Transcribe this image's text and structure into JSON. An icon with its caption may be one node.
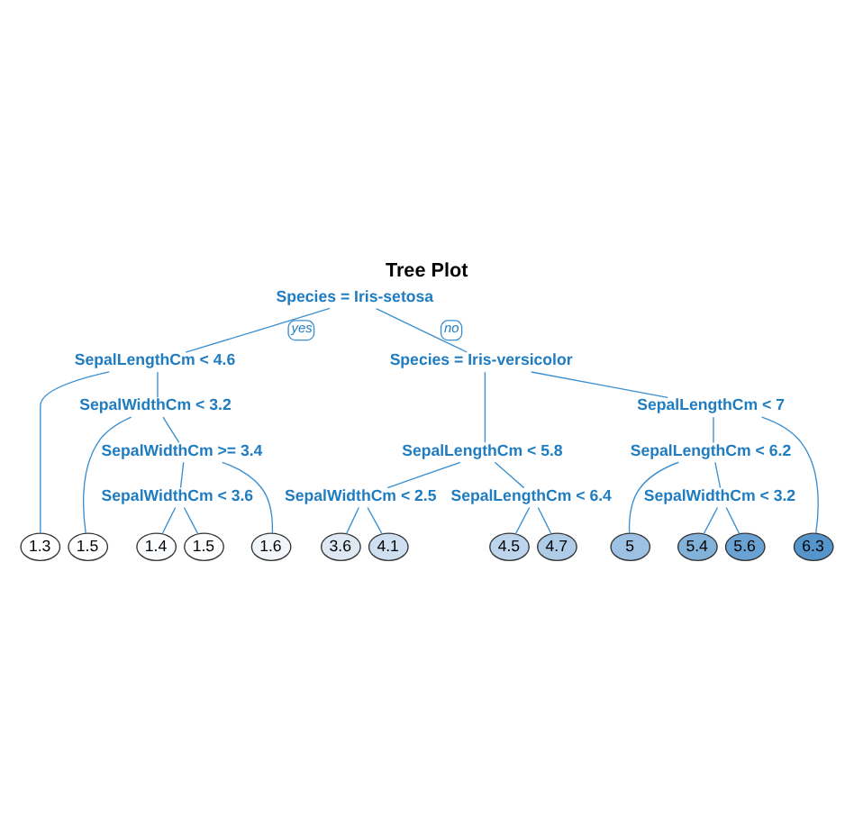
{
  "diagram": {
    "title": "Tree Plot",
    "nodes": [
      {
        "text": [
          "Species = Iris-setosa"
        ]
      },
      {
        "text": [
          "SepalLengthCm < 4.6"
        ]
      },
      {
        "text": [
          "Species = Iris-versicolor"
        ]
      },
      {
        "text": [
          "SepalWidthCm < 3.2"
        ]
      },
      {
        "text": [
          "SepalLengthCm < 5.8"
        ]
      },
      {
        "text": [
          "SepalLengthCm < 7"
        ]
      },
      {
        "text": [
          "SepalWidthCm >= 3.4"
        ]
      },
      {
        "text": [
          "SepalWidthCm < 2.5"
        ]
      },
      {
        "text": [
          "SepalLengthCm < 6.4"
        ]
      },
      {
        "text": [
          "SepalLengthCm < 6.2"
        ]
      },
      {
        "text": [
          "SepalWidthCm < 3.6"
        ]
      },
      {
        "text": [
          "SepalWidthCm < 3.2"
        ]
      },
      {
        "text": [
          "1.3"
        ]
      },
      {
        "text": [
          "1.5"
        ]
      },
      {
        "text": [
          "1.4"
        ]
      },
      {
        "text": [
          "1.5"
        ]
      },
      {
        "text": [
          "1.6"
        ]
      },
      {
        "text": [
          "3.6"
        ]
      },
      {
        "text": [
          "4.1"
        ]
      },
      {
        "text": [
          "4.5"
        ]
      },
      {
        "text": [
          "4.7"
        ]
      },
      {
        "text": [
          "5"
        ]
      },
      {
        "text": [
          "5.4"
        ]
      },
      {
        "text": [
          "5.6"
        ]
      },
      {
        "text": [
          "6.3"
        ]
      }
    ],
    "edges": [
      {
        "from": 0,
        "to": 1,
        "arrow": "none",
        "label": "yes"
      },
      {
        "from": 0,
        "to": 2,
        "arrow": "none",
        "label": "no"
      },
      {
        "from": 1,
        "to": 12,
        "arrow": "none"
      },
      {
        "from": 1,
        "to": 3,
        "arrow": "none"
      },
      {
        "from": 3,
        "to": 13,
        "arrow": "none"
      },
      {
        "from": 3,
        "to": 6,
        "arrow": "none"
      },
      {
        "from": 6,
        "to": 10,
        "arrow": "none"
      },
      {
        "from": 6,
        "to": 16,
        "arrow": "none"
      },
      {
        "from": 10,
        "to": 14,
        "arrow": "none"
      },
      {
        "from": 10,
        "to": 15,
        "arrow": "none"
      },
      {
        "from": 2,
        "to": 4,
        "arrow": "none"
      },
      {
        "from": 2,
        "to": 5,
        "arrow": "none"
      },
      {
        "from": 4,
        "to": 7,
        "arrow": "none"
      },
      {
        "from": 4,
        "to": 8,
        "arrow": "none"
      },
      {
        "from": 7,
        "to": 17,
        "arrow": "none"
      },
      {
        "from": 7,
        "to": 18,
        "arrow": "none"
      },
      {
        "from": 8,
        "to": 19,
        "arrow": "none"
      },
      {
        "from": 8,
        "to": 20,
        "arrow": "none"
      },
      {
        "from": 5,
        "to": 9,
        "arrow": "none"
      },
      {
        "from": 5,
        "to": 24,
        "arrow": "none"
      },
      {
        "from": 9,
        "to": 21,
        "arrow": "none"
      },
      {
        "from": 9,
        "to": 11,
        "arrow": "none"
      },
      {
        "from": 11,
        "to": 22,
        "arrow": "none"
      },
      {
        "from": 11,
        "to": 23,
        "arrow": "none"
      }
    ]
  }
}
